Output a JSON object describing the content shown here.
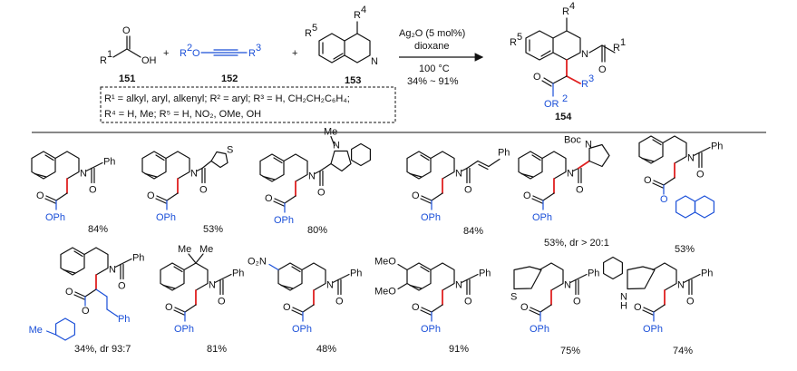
{
  "scheme": {
    "reactant1": {
      "label": "151",
      "R": "R",
      "sup": "1",
      "OH": "OH",
      "O": "O"
    },
    "reactant2": {
      "label": "152",
      "left": "R",
      "left_sup": "2",
      "O": "O",
      "right": "R",
      "right_sup": "3"
    },
    "reactant3": {
      "label": "153",
      "R4": "R",
      "R4_sup": "4",
      "R5": "R",
      "R5_sup": "5",
      "N": "N"
    },
    "plus": "+",
    "conditions": {
      "catalyst": "Ag₂O (5 mol%)",
      "solvent": "dioxane",
      "temperature": "100 °C",
      "yield_range": "34% ~ 91%"
    },
    "product": {
      "label": "154",
      "R4": "R",
      "R4_sup": "4",
      "R5": "R",
      "R5_sup": "5",
      "R1": "R",
      "R1_sup": "1",
      "R3": "R",
      "R3_sup": "3",
      "OR2": "OR",
      "OR2_sup": "2",
      "N": "N",
      "O": "O"
    },
    "scope_line1": "R¹ = alkyl, aryl, alkenyl; R² = aryl; R³ = H, CH₂CH₂C₆H₄;",
    "scope_line2": "R⁴ = H, Me; R⁵ = H, NO₂, OMe, OH"
  },
  "atoms": {
    "N": "N",
    "O": "O",
    "OPh": "OPh",
    "Ph": "Ph",
    "Me": "Me",
    "Boc": "Boc",
    "S": "S",
    "H": "H",
    "NO2": "O₂N",
    "MeO": "MeO"
  },
  "yields": [
    "84%",
    "53%",
    "80%",
    "84%",
    "53%, dr > 20:1",
    "53%",
    "34%, dr 93:7",
    "81%",
    "48%",
    "91%",
    "75%",
    "74%"
  ]
}
